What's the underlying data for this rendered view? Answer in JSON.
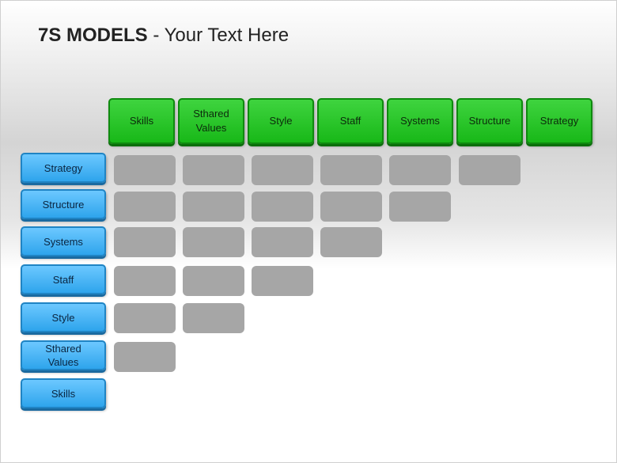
{
  "title": {
    "bold": "7S MODELS",
    "separator": " - ",
    "rest": "Your Text Here"
  },
  "columns": [
    "Skills",
    "Sthared Values",
    "Style",
    "Staff",
    "Systems",
    "Structure",
    "Strategy"
  ],
  "rows": [
    "Strategy",
    "Structure",
    "Systems",
    "Staff",
    "Style",
    "Sthared Values",
    "Skills"
  ],
  "cells_per_row": [
    6,
    5,
    4,
    3,
    2,
    1,
    0
  ],
  "colors": {
    "green": "#18b818",
    "blue": "#2ea4ec",
    "cell": "#a6a6a6"
  }
}
